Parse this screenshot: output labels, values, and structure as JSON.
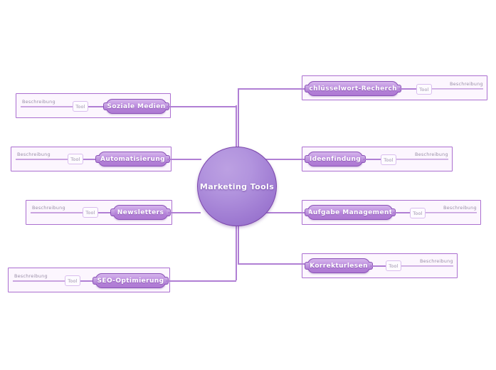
{
  "diagram": {
    "title": "Marketing Tools",
    "center": {
      "label": "Marketing Tools"
    },
    "colors": {
      "node_border": "#8b52b8",
      "node_fill_top": "#d5b5ec",
      "node_fill_bottom": "#ae79d3",
      "center_fill": "#9f7bd2",
      "center_border": "#7b46ab",
      "container_border": "#ab6fd0",
      "container_fill": "#fcf6fe",
      "connector": "#b07fd4",
      "tool_border": "#d9bdee",
      "text_muted": "#9a8fa8",
      "text_on_node": "#ffffff"
    },
    "common": {
      "description_label": "Beschreibung",
      "tool_label": "Tool"
    },
    "branches_left": [
      {
        "topic": "Soziale Medien",
        "tool": "Tool",
        "description": "Beschreibung"
      },
      {
        "topic": "Automatisierung",
        "tool": "Tool",
        "description": "Beschreibung"
      },
      {
        "topic": "Newsletters",
        "tool": "Tool",
        "description": "Beschreibung"
      },
      {
        "topic": "SEO-Optimierung",
        "tool": "Tool",
        "description": "Beschreibung"
      }
    ],
    "branches_right": [
      {
        "topic": "Schlüsselwort-Recherche",
        "tool": "Tool",
        "description": "Beschreibung"
      },
      {
        "topic": "Ideenfindung",
        "tool": "Tool",
        "description": "Beschreibung"
      },
      {
        "topic": "Aufgabe  Management",
        "tool": "Tool",
        "description": "Beschreibung"
      },
      {
        "topic": "Korrekturlesen",
        "tool": "Tool",
        "description": "Beschreibung"
      }
    ]
  }
}
